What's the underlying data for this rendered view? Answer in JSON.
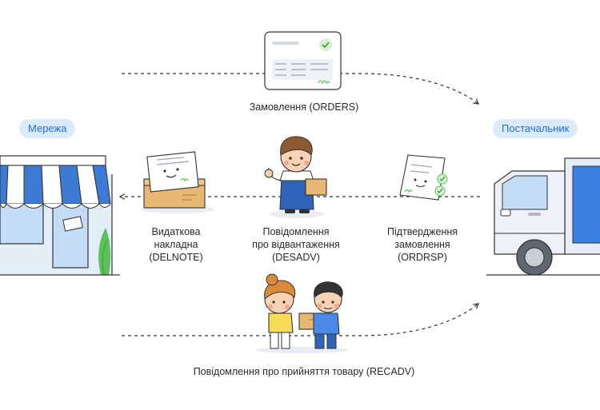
{
  "parties": {
    "left": "Мережа",
    "right": "Постачальник"
  },
  "messages": {
    "orders": "Замовлення (ORDERS)",
    "ordrsp": [
      "Підтвердження",
      "замовлення",
      "(ORDRSP)"
    ],
    "desadv": [
      "Повідомлення",
      "про відвантаження",
      "(DESADV)"
    ],
    "delnote": [
      "Видаткова",
      "накладна",
      "(DELNOTE)"
    ],
    "recadv": "Повідомлення про прийняття товару (RECADV)"
  },
  "colors": {
    "accent": "#1f6fd1",
    "pill_bg": "#dcebfb",
    "awning_blue": "#3d7ad6",
    "truck_blue": "#3b7fe0",
    "check_green": "#5bc25a",
    "box": "#e6b872"
  },
  "icons": [
    "store-icon",
    "truck-icon",
    "order-document-icon",
    "response-document-icon",
    "delivery-note-icon",
    "courier-icon",
    "handover-icon"
  ]
}
